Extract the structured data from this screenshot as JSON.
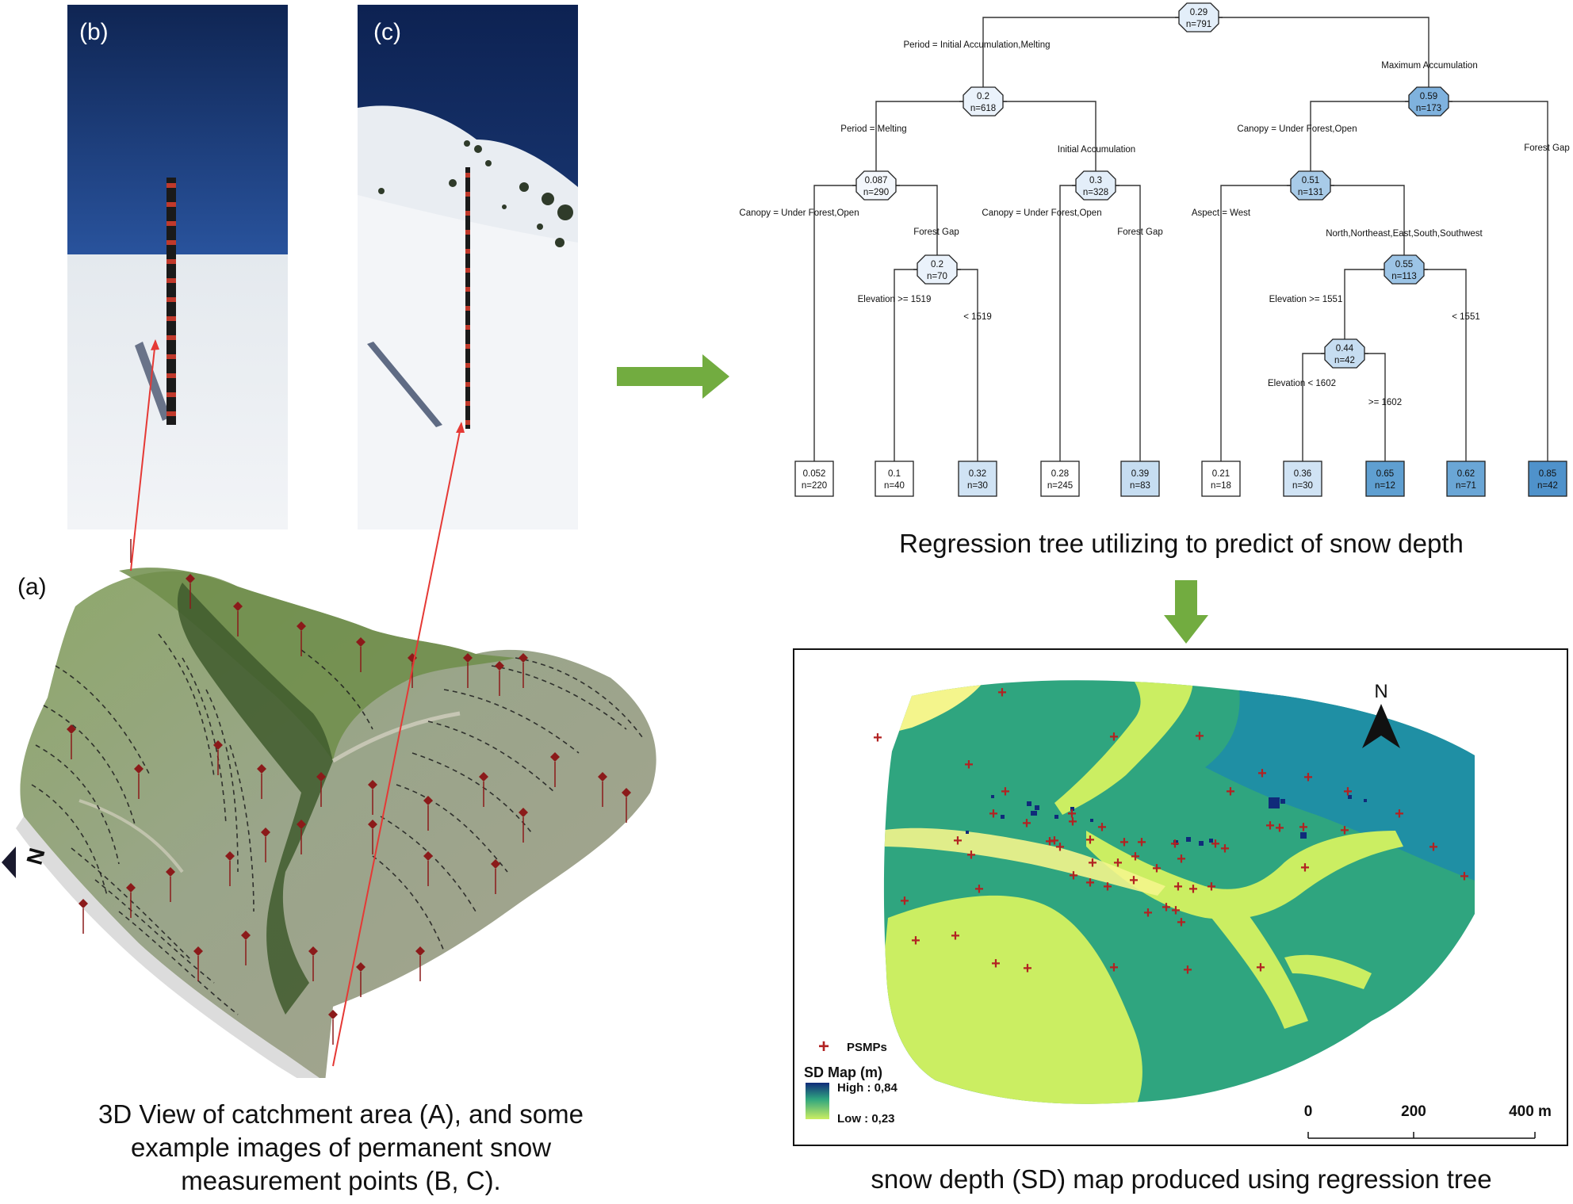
{
  "panels": {
    "b_label": "(b)",
    "c_label": "(c)",
    "a_label": "(a)",
    "north_glyph": "N"
  },
  "captions": {
    "left": [
      "3D View of catchment area (A), and some",
      "example images of permanent snow",
      "measurement points (B, C)."
    ],
    "tree": "Regression tree utilizing to predict of snow depth",
    "map": "snow depth (SD) map produced using regression tree"
  },
  "tree": {
    "nodes": [
      {
        "id": "root",
        "value": "0.29",
        "n": "n=791",
        "leaf": false
      },
      {
        "id": "n2",
        "value": "0.2",
        "n": "n=618",
        "leaf": false
      },
      {
        "id": "n3",
        "value": "0.59",
        "n": "n=173",
        "leaf": false
      },
      {
        "id": "n4",
        "value": "0.087",
        "n": "n=290",
        "leaf": false
      },
      {
        "id": "n5",
        "value": "0.3",
        "n": "n=328",
        "leaf": false
      },
      {
        "id": "n6",
        "value": "0.51",
        "n": "n=131",
        "leaf": false
      },
      {
        "id": "n7",
        "value": "0.2",
        "n": "n=70",
        "leaf": false
      },
      {
        "id": "n8",
        "value": "0.55",
        "n": "n=113",
        "leaf": false
      },
      {
        "id": "n9",
        "value": "0.44",
        "n": "n=42",
        "leaf": false
      },
      {
        "id": "L1",
        "value": "0.052",
        "n": "n=220",
        "leaf": true
      },
      {
        "id": "L2",
        "value": "0.1",
        "n": "n=40",
        "leaf": true
      },
      {
        "id": "L3",
        "value": "0.32",
        "n": "n=30",
        "leaf": true
      },
      {
        "id": "L4",
        "value": "0.28",
        "n": "n=245",
        "leaf": true
      },
      {
        "id": "L5",
        "value": "0.39",
        "n": "n=83",
        "leaf": true
      },
      {
        "id": "L6",
        "value": "0.21",
        "n": "n=18",
        "leaf": true
      },
      {
        "id": "L7",
        "value": "0.36",
        "n": "n=30",
        "leaf": true
      },
      {
        "id": "L8",
        "value": "0.65",
        "n": "n=12",
        "leaf": true
      },
      {
        "id": "L9",
        "value": "0.62",
        "n": "n=71",
        "leaf": true
      },
      {
        "id": "L10",
        "value": "0.85",
        "n": "n=42",
        "leaf": true
      }
    ],
    "split_labels": [
      {
        "id": "s1",
        "text": "Period = Initial Accumulation,Melting"
      },
      {
        "id": "s2",
        "text": "Maximum Accumulation"
      },
      {
        "id": "s3",
        "text": "Period = Melting"
      },
      {
        "id": "s4",
        "text": "Initial Accumulation"
      },
      {
        "id": "s5",
        "text": "Canopy = Under Forest,Open"
      },
      {
        "id": "s6",
        "text": "Forest Gap"
      },
      {
        "id": "s7",
        "text": "Canopy = Under Forest,Open"
      },
      {
        "id": "s8",
        "text": "Forest Gap"
      },
      {
        "id": "s9",
        "text": "Canopy = Under Forest,Open"
      },
      {
        "id": "s10",
        "text": "Forest Gap"
      },
      {
        "id": "s11",
        "text": "Aspect = West"
      },
      {
        "id": "s12",
        "text": "North,Northeast,East,South,Southwest"
      },
      {
        "id": "s13",
        "text": "Elevation >= 1519"
      },
      {
        "id": "s14",
        "text": "< 1519"
      },
      {
        "id": "s15",
        "text": "Elevation >= 1551"
      },
      {
        "id": "s16",
        "text": "< 1551"
      },
      {
        "id": "s17",
        "text": "Elevation < 1602"
      },
      {
        "id": "s18",
        "text": ">= 1602"
      }
    ]
  },
  "map": {
    "north": "N",
    "legend_psmps": "PSMPs",
    "legend_title": "SD Map (m)",
    "legend_high": "High : 0,84",
    "legend_low": "Low : 0,23",
    "scale_labels": [
      "0",
      "200",
      "400 m"
    ],
    "colors": {
      "dark_teal": "#1f8fa4",
      "mid_green": "#2fa57f",
      "yellow_green": "#cbee62",
      "pale_yellow": "#f4f58c",
      "deep_blue": "#102b7a",
      "marker_red": "#b22222"
    }
  },
  "colors": {
    "arrow_green": "#72ac40",
    "sky": "#17305f",
    "snow": "#e8ecf1",
    "node_light": "#ddeaf7",
    "node_mid": "#a8cbe8",
    "node_dark": "#5f9fd1"
  }
}
